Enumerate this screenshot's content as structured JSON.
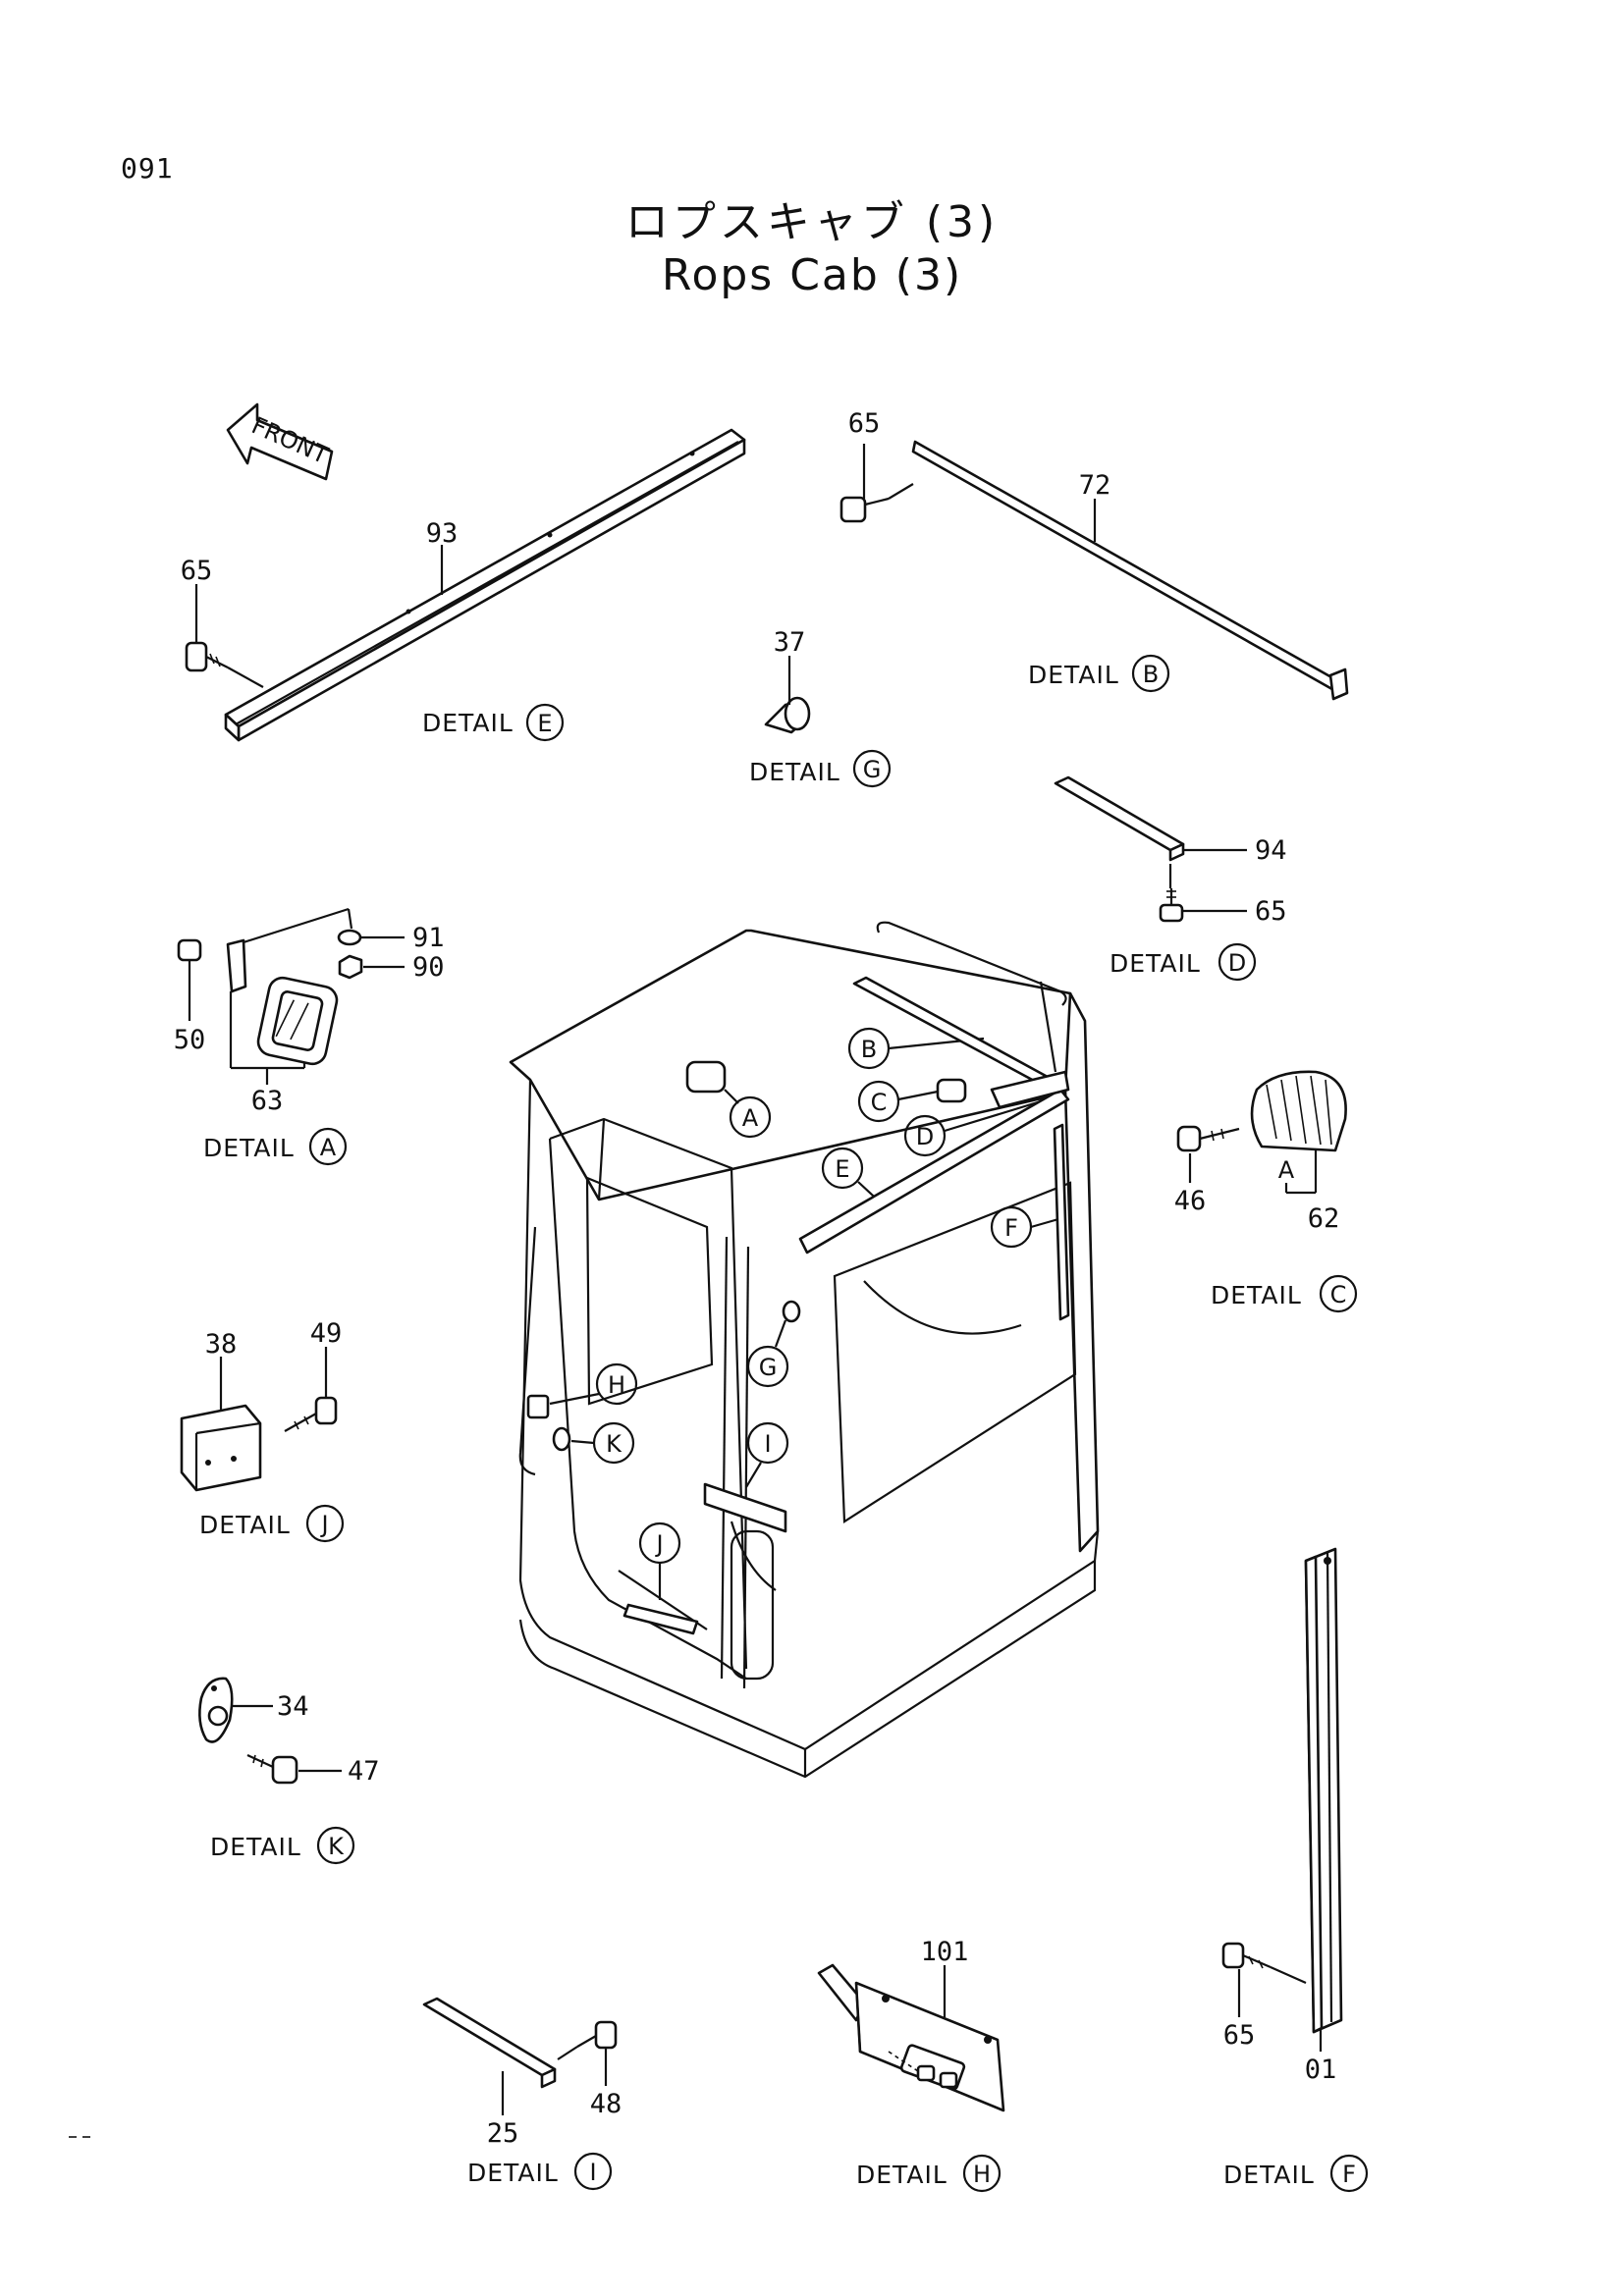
{
  "page_number": "091",
  "title_jp": "ロプスキャブ (3)",
  "title_en": "Rops Cab (3)",
  "front_label": "FRONT",
  "detail_word": "DETAIL",
  "callouts": [
    "A",
    "B",
    "C",
    "D",
    "E",
    "F",
    "G",
    "H",
    "I",
    "J",
    "K"
  ],
  "details": [
    {
      "id": "E",
      "parts": [
        "93",
        "65"
      ]
    },
    {
      "id": "B",
      "parts": [
        "65",
        "72"
      ]
    },
    {
      "id": "G",
      "parts": [
        "37"
      ]
    },
    {
      "id": "D",
      "parts": [
        "94",
        "65"
      ]
    },
    {
      "id": "A",
      "parts": [
        "91",
        "90",
        "50",
        "63"
      ]
    },
    {
      "id": "C",
      "parts": [
        "46",
        "62"
      ],
      "sub_label": "A"
    },
    {
      "id": "J",
      "parts": [
        "38",
        "49"
      ]
    },
    {
      "id": "K",
      "parts": [
        "34",
        "47"
      ]
    },
    {
      "id": "I",
      "parts": [
        "25",
        "48"
      ]
    },
    {
      "id": "H",
      "parts": [
        "101"
      ]
    },
    {
      "id": "F",
      "parts": [
        "65",
        "01"
      ]
    }
  ]
}
